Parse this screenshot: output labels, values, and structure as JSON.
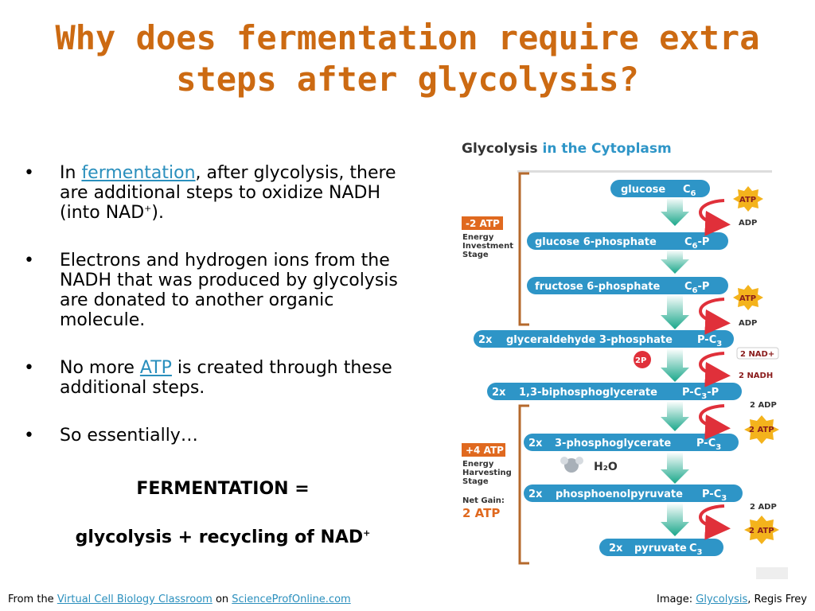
{
  "title": "Why does fermentation require extra steps after glycolysis?",
  "bullets": {
    "b1": {
      "pre": "In ",
      "link": "fermentation",
      "post": ", after glycolysis, there are additional steps to oxidize NADH (into NAD",
      "sup": "+",
      "end": ")."
    },
    "b2": "Electrons and hydrogen ions from the NADH that was produced by glycolysis are donated to another organic molecule.",
    "b3": {
      "pre": "No more ",
      "link": "ATP",
      "post": " is created through these additional steps."
    },
    "b4": "So essentially…"
  },
  "equation": {
    "line1": "FERMENTATION =",
    "line2": "glycolysis + recycling of NAD",
    "line2_sup": "+"
  },
  "footer": {
    "left_pre": "From the ",
    "left_link1": "Virtual Cell Biology Classroom",
    "left_mid": " on ",
    "left_link2": "ScienceProfOnline.com",
    "right_pre": "Image: ",
    "right_link": "Glycolysis",
    "right_post": ", Regis Frey"
  },
  "diagram": {
    "title_a": "Glycolysis",
    "title_b": " in the Cytoplasm",
    "steps": [
      {
        "name": "glucose",
        "formula": "C",
        "sub": "6",
        "prefix": ""
      },
      {
        "name": "glucose 6-phosphate",
        "formula": "C",
        "sub": "6",
        "suffix": "-P",
        "prefix": ""
      },
      {
        "name": "fructose 6-phosphate",
        "formula": "C",
        "sub": "6",
        "suffix": "-P",
        "prefix": ""
      },
      {
        "name": "glyceraldehyde 3-phosphate",
        "formula": "P-C",
        "sub": "3",
        "prefix": "2x"
      },
      {
        "name": "1,3-biphosphoglycerate",
        "formula": "P-C",
        "sub": "3",
        "suffix": "-P",
        "prefix": "2x"
      },
      {
        "name": "3-phosphoglycerate",
        "formula": "P-C",
        "sub": "3",
        "prefix": "2x"
      },
      {
        "name": "phosphoenolpyruvate",
        "formula": "P-C",
        "sub": "3",
        "prefix": "2x"
      },
      {
        "name": "pyruvate",
        "formula": "C",
        "sub": "3",
        "prefix": "2x"
      }
    ],
    "side_labels": {
      "invest_badge": "-2 ATP",
      "invest_text": [
        "Energy",
        "Investment",
        "Stage"
      ],
      "harvest_badge": "+4 ATP",
      "harvest_text": [
        "Energy",
        "Harvesting",
        "Stage"
      ],
      "net_gain": "Net Gain:",
      "net_value": "2 ATP"
    },
    "reactions": {
      "atp1": "ATP",
      "adp1": "ADP",
      "atp2": "ATP",
      "adp2": "ADP",
      "p2": "2P",
      "nad_plus": "2 NAD+",
      "nadh": "2 NADH",
      "adp3": "2 ADP",
      "atp3": "2 ATP",
      "water": "H₂O",
      "adp4": "2 ADP",
      "atp4": "2 ATP"
    },
    "colors": {
      "pill": "#2e95c7",
      "arrow": "#1aa78a",
      "bracket": "#b5692c",
      "badge": "#e0691f",
      "star": "#f4b31c",
      "curve": "#e0303a"
    }
  }
}
